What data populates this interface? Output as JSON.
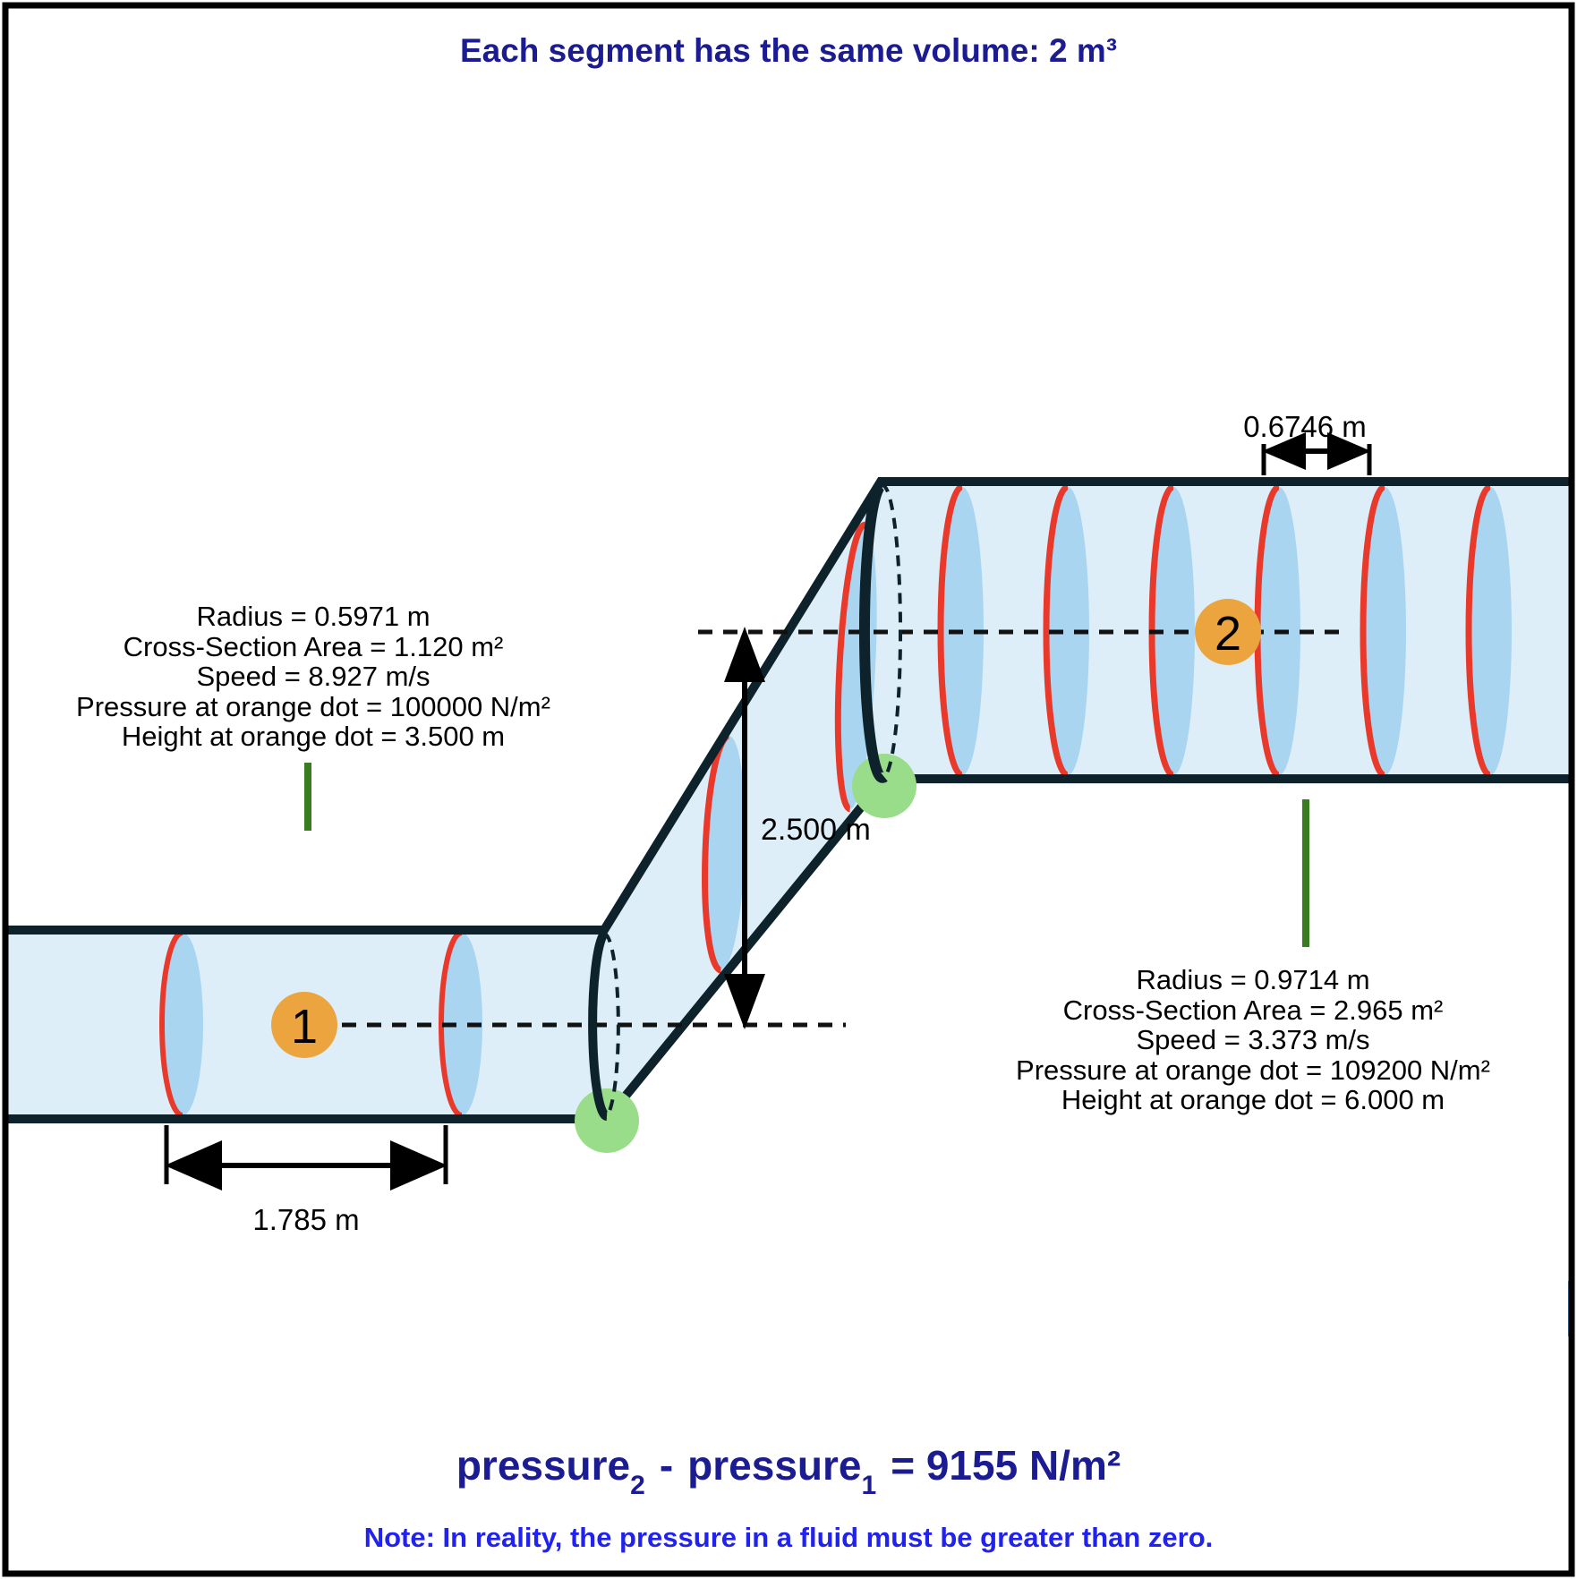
{
  "title": "Each segment has the same volume: 2 m³",
  "segment1": {
    "dot_label": "1",
    "lines": [
      "Radius = 0.5971 m",
      "Cross-Section Area = 1.120 m²",
      "Speed = 8.927 m/s",
      "Pressure at orange dot = 100000 N/m²",
      "Height at orange dot = 3.500 m"
    ]
  },
  "segment2": {
    "dot_label": "2",
    "lines": [
      "Radius = 0.9714 m",
      "Cross-Section Area = 2.965 m²",
      "Speed = 3.373 m/s",
      "Pressure at orange dot = 109200 N/m²",
      "Height at orange dot = 6.000 m"
    ]
  },
  "measurements": {
    "upper_segment_length": "0.6746 m",
    "height_difference": "2.500 m",
    "lower_segment_length": "1.785 m"
  },
  "result": {
    "word2": "pressure",
    "sub2": "2",
    "dash": "-",
    "word1": "pressure",
    "sub1": "1",
    "rhs": "= 9155 N/m²"
  },
  "note": "Note: In reality, the pressure in a fluid must be greater than zero.",
  "colors": {
    "pipe_fill": "#ddeef9",
    "segment_lens_fill": "#a9d5f1",
    "segment_divider_red": "#e8392b",
    "pipe_border": "#0d222a",
    "orange_dot": "#eba43e",
    "green_dot": "#99dc89",
    "green_pointer_line": "#3a7d21",
    "title_navy": "#1b1b92",
    "note_blue": "#2222ef"
  }
}
